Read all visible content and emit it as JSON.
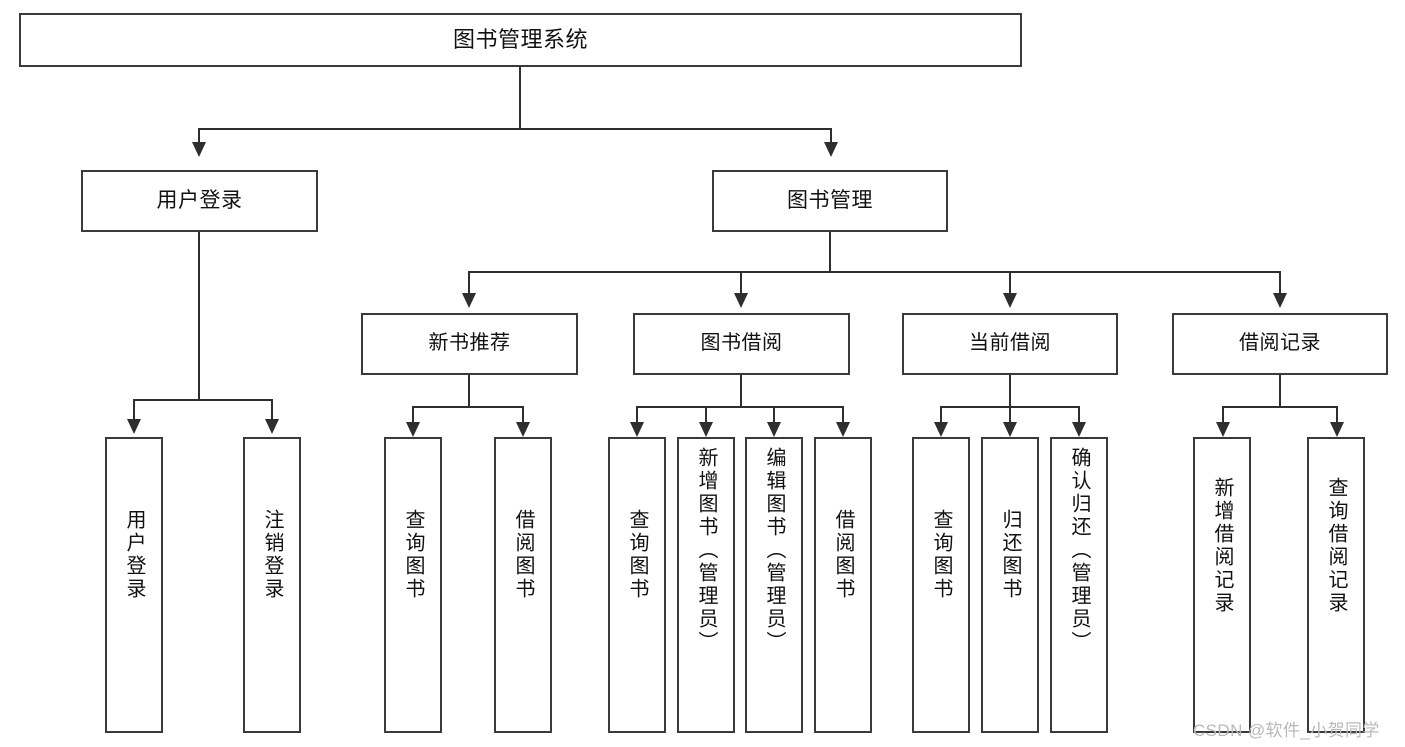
{
  "diagram": {
    "title": "图书管理系统",
    "type": "tree",
    "watermark": "CSDN @软件_小贺同学",
    "colors": {
      "box_border": "#3a3a3a",
      "connector": "#2e2e2e",
      "text": "#111111",
      "background": "#ffffff",
      "watermark": "#b9b9b9"
    },
    "root": {
      "label": "图书管理系统"
    },
    "level2": [
      {
        "label": "用户登录"
      },
      {
        "label": "图书管理"
      }
    ],
    "level3": [
      {
        "label": "新书推荐"
      },
      {
        "label": "图书借阅"
      },
      {
        "label": "当前借阅"
      },
      {
        "label": "借阅记录"
      }
    ],
    "leaves": {
      "user_login": [
        {
          "label": "用户登录"
        },
        {
          "label": "注销登录"
        }
      ],
      "new_book_recommend": [
        {
          "label": "查询图书"
        },
        {
          "label": "借阅图书"
        }
      ],
      "book_borrow": [
        {
          "label": "查询图书"
        },
        {
          "label": "新增图书（管理员）"
        },
        {
          "label": "编辑图书（管理员）"
        },
        {
          "label": "借阅图书"
        }
      ],
      "current_borrow": [
        {
          "label": "查询图书"
        },
        {
          "label": "归还图书"
        },
        {
          "label": "确认归还（管理员）"
        }
      ],
      "borrow_record": [
        {
          "label": "新增借阅记录"
        },
        {
          "label": "查询借阅记录"
        }
      ]
    }
  }
}
